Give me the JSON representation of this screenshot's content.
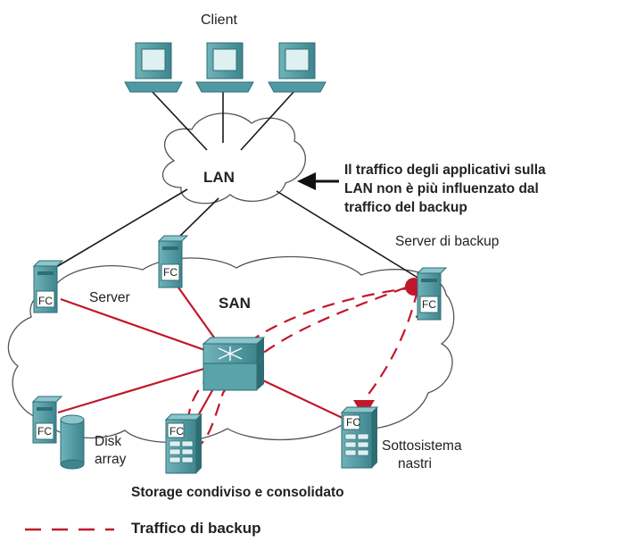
{
  "labels": {
    "client": "Client",
    "lan": "LAN",
    "san": "SAN",
    "annotation": [
      "Il traffico degli applicativi sulla",
      "LAN non è più influenzato dal",
      "traffico del backup"
    ],
    "backup_server": "Server di backup",
    "server": "Server",
    "disk_array": [
      "Disk",
      "array"
    ],
    "tape_subsystem": [
      "Sottosistema",
      "nastri"
    ],
    "storage": "Storage condiviso e consolidato",
    "legend": "Traffico di backup",
    "fc": "FC"
  },
  "colors": {
    "device_teal": "#4f9aa2",
    "device_dark": "#2f6d74",
    "screen": "#dff0f1",
    "san_link": "#c0182b",
    "lan_link": "#1a1a1a"
  },
  "icons": [
    "pc-icon",
    "server-icon",
    "fc-switch-icon",
    "disk-array-icon",
    "tape-library-icon",
    "cloud-icon",
    "arrow-icon"
  ]
}
